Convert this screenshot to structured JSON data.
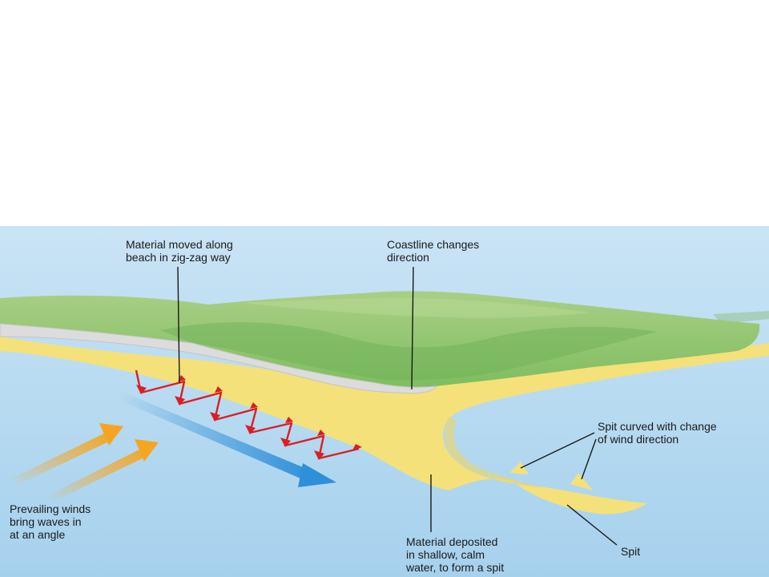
{
  "labels": {
    "zigzag": "Material moved along\nbeach in zig-zag way",
    "coastline": "Coastline changes\ndirection",
    "spit_curved": "Spit curved with change\nof wind direction",
    "winds": "Prevailing winds\nbring waves in\nat an angle",
    "deposited": "Material deposited\nin shallow, calm\nwater, to form a spit",
    "spit": "Spit"
  },
  "colors": {
    "background": "#ffffff",
    "sea": "#a9d3ee",
    "sand": "#f4e17a",
    "land": "#8fc46e",
    "cliff": "#dcdcdc",
    "swash_arrow": "#d91f26",
    "drift_arrow": "#2f8fd8",
    "wind_arrow": "#f4a623"
  },
  "icons": {
    "drift": "longshore-drift-arrow",
    "wind": "wind-direction-arrow",
    "swash": "zigzag-swash-arrow"
  }
}
